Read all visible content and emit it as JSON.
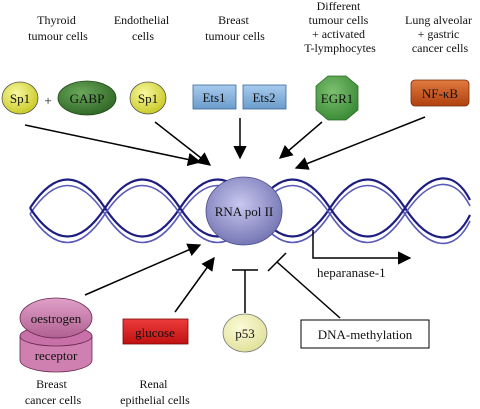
{
  "cell_labels": {
    "thyroid": [
      "Thyroid",
      "tumour cells"
    ],
    "endothelial": [
      "Endothelial",
      "cells"
    ],
    "breast_top": [
      "Breast",
      "tumour cells"
    ],
    "tumour_t": [
      "Different",
      "tumour cells",
      "+ activated",
      "T-lymphocytes"
    ],
    "lung": [
      "Lung alveolar",
      "+ gastric",
      "cancer cells"
    ],
    "breast_bottom": [
      "Breast",
      "cancer cells"
    ],
    "renal": [
      "Renal",
      "epithelial cells"
    ]
  },
  "factors": {
    "sp1_left": "Sp1",
    "plus": "+",
    "gabp": "GABP",
    "sp1_mid": "Sp1",
    "ets1": "Ets1",
    "ets2": "Ets2",
    "egr1": "EGR1",
    "nfkb": "NF-κB",
    "oestrogen": "oestrogen",
    "receptor": "receptor",
    "glucose": "glucose",
    "p53": "p53",
    "methylation": "DNA-methylation"
  },
  "center": {
    "rna_pol": "RNA pol II",
    "gene": "heparanase-1"
  },
  "colors": {
    "yellow_factor": "#e6e632",
    "gabp": "#3c7a2e",
    "ets": "#8cb4dc",
    "egr1": "#4a9a48",
    "nfkb": "#c8501e",
    "oestrogen": "#c06a9a",
    "receptor": "#d080b0",
    "glucose": "#d81e1e",
    "p53": "#f0f0b4",
    "rna_pol": "#7c7cb8",
    "dna": "#1e1e82"
  }
}
